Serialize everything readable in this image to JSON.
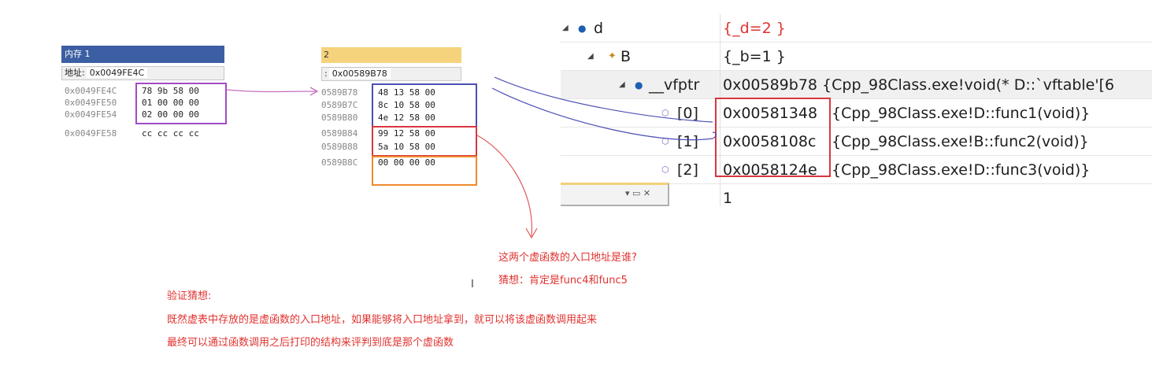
{
  "memory1": {
    "title": "内存 1",
    "address_label": "地址:",
    "address_value": "0x0049FE4C",
    "rows": [
      {
        "addr": "0x0049FE4C",
        "bytes": "78 9b 58 00"
      },
      {
        "addr": "0x0049FE50",
        "bytes": "01 00 00 00"
      },
      {
        "addr": "0x0049FE54",
        "bytes": "02 00 00 00"
      },
      {
        "addr": "0x0049FE58",
        "bytes": "cc cc cc cc"
      }
    ]
  },
  "memory2": {
    "title": "2",
    "address_label": ":",
    "address_value": "0x00589B78",
    "rows": [
      {
        "addr": "0589B78",
        "bytes": "48 13 58 00"
      },
      {
        "addr": "0589B7C",
        "bytes": "8c 10 58 00"
      },
      {
        "addr": "0589B80",
        "bytes": "4e 12 58 00"
      },
      {
        "addr": "0589B84",
        "bytes": "99 12 58 00"
      },
      {
        "addr": "0589B88",
        "bytes": "5a 10 58 00"
      },
      {
        "addr": "0589B8C",
        "bytes": "00 00 00 00"
      }
    ]
  },
  "watch": {
    "rows": [
      {
        "name": "d",
        "value": "{_d=2 }"
      },
      {
        "name": "B",
        "value": "{_b=1 }"
      },
      {
        "name": "__vfptr",
        "value": "0x00589b78 {Cpp_98Class.exe!void(* D::`vftable'[6"
      },
      {
        "name": "[0]",
        "addr": "0x00581348",
        "value": "{Cpp_98Class.exe!D::func1(void)}"
      },
      {
        "name": "[1]",
        "addr": "0x0058108c",
        "value": "{Cpp_98Class.exe!B::func2(void)}"
      },
      {
        "name": "[2]",
        "addr": "0x0058124e",
        "value": "{Cpp_98Class.exe!D::func3(void)}"
      },
      {
        "name": "",
        "value": "1"
      }
    ],
    "mini_toolbar": "▾ ▭ ✕"
  },
  "notes": {
    "question": "这两个虚函数的入口地址是谁?",
    "guess": "猜想：肯定是func4和func5",
    "verify_title": "验证猜想:",
    "verify_line1": "既然虚表中存放的是虚函数的入口地址，如果能够将入口地址拿到，就可以将该虚函数调用起来",
    "verify_line2": "最终可以通过函数调用之后打印的结构来评判到底是那个虚函数"
  },
  "colors": {
    "purple_box": "#a14cc4",
    "blue_box": "#4b4fb4",
    "red_box": "#d9363e",
    "orange_box": "#ef8a2e",
    "note_red": "#e0322f"
  }
}
